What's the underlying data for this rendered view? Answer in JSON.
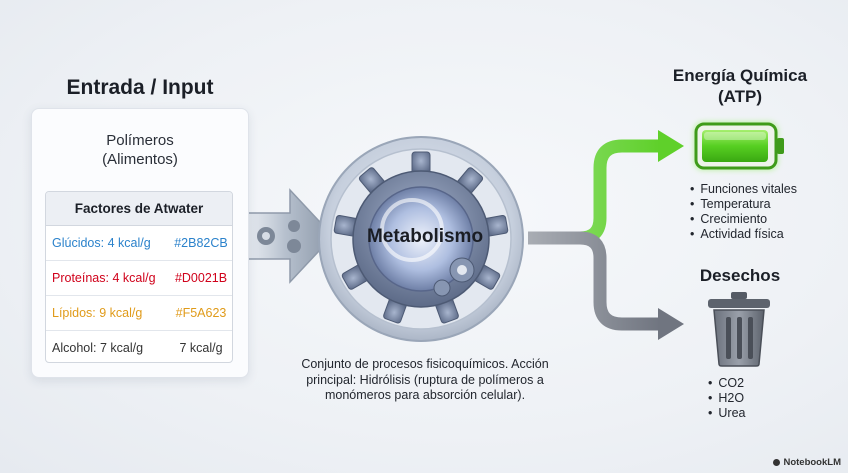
{
  "input": {
    "title": "Entrada / Input",
    "polymers_line1": "Polímeros",
    "polymers_line2": "(Alimentos)",
    "table_title": "Factores de Atwater",
    "rows": [
      {
        "label": "Glúcidos: 4 kcal/g",
        "code": "#2B82CB",
        "color": "#2B82CB"
      },
      {
        "label": "Proteínas: 4 kcal/g",
        "code": "#D0021B",
        "color": "#D0021B"
      },
      {
        "label": "Lípidos: 9 kcal/g",
        "code": "#F5A623",
        "color": "#F5A623"
      },
      {
        "label": "Alcohol: 7 kcal/g",
        "code": "7 kcal/g",
        "color": "#333333"
      }
    ]
  },
  "center": {
    "label": "Metabolismo",
    "description": "Conjunto de procesos fisicoquímicos. Acción principal: Hidrólisis (ruptura de polímeros a monómeros para absorción celular)."
  },
  "energy": {
    "title_line1": "Energía Química",
    "title_line2": "(ATP)",
    "items": [
      "Funciones vitales",
      "Temperatura",
      "Crecimiento",
      "Actividad física"
    ],
    "color": "#6fd33a"
  },
  "waste": {
    "title": "Desechos",
    "items": [
      "CO2",
      "H2O",
      "Urea"
    ],
    "color": "#7c8088"
  },
  "brand": "NotebookLM"
}
